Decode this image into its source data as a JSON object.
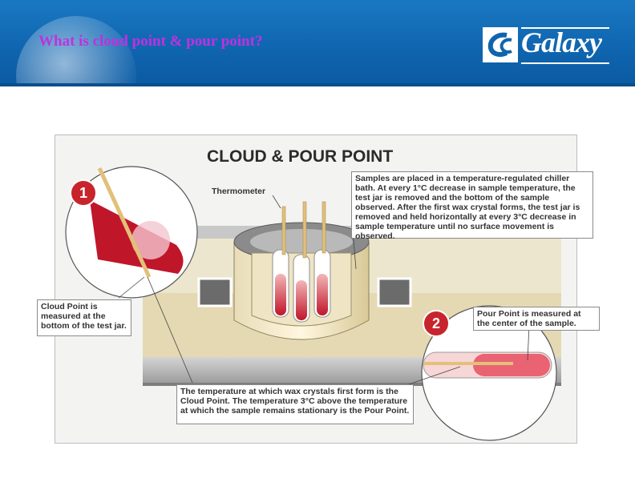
{
  "slide": {
    "title": "What is cloud point & pour point?",
    "brand": "Galaxy"
  },
  "figure": {
    "title": "CLOUD & POUR POINT",
    "thermometer_label": "Thermometer",
    "callout_samples": "Samples are placed in a temperature-regulated chiller bath. At every 1°C decrease in sample temperature, the test jar is removed and the bottom of the sample observed. After the first wax crystal forms, the test jar is removed and held horizontally at every 3°C decrease in sample temperature until no surface movement is observed.",
    "callout_cloud": "Cloud Point is measured at the bottom of the test jar.",
    "callout_pour": "Pour Point is measured at the center of the sample.",
    "callout_definition": "The temperature at which wax crystals first form is the Cloud Point. The temperature 3°C above the temperature at which the sample remains stationary is the Pour Point.",
    "badge_1": "1",
    "badge_2": "2"
  },
  "colors": {
    "header_blue": "#0f64ae",
    "title_magenta": "#c030e0",
    "badge_red": "#c8242c",
    "sample_red": "#c0162a"
  }
}
